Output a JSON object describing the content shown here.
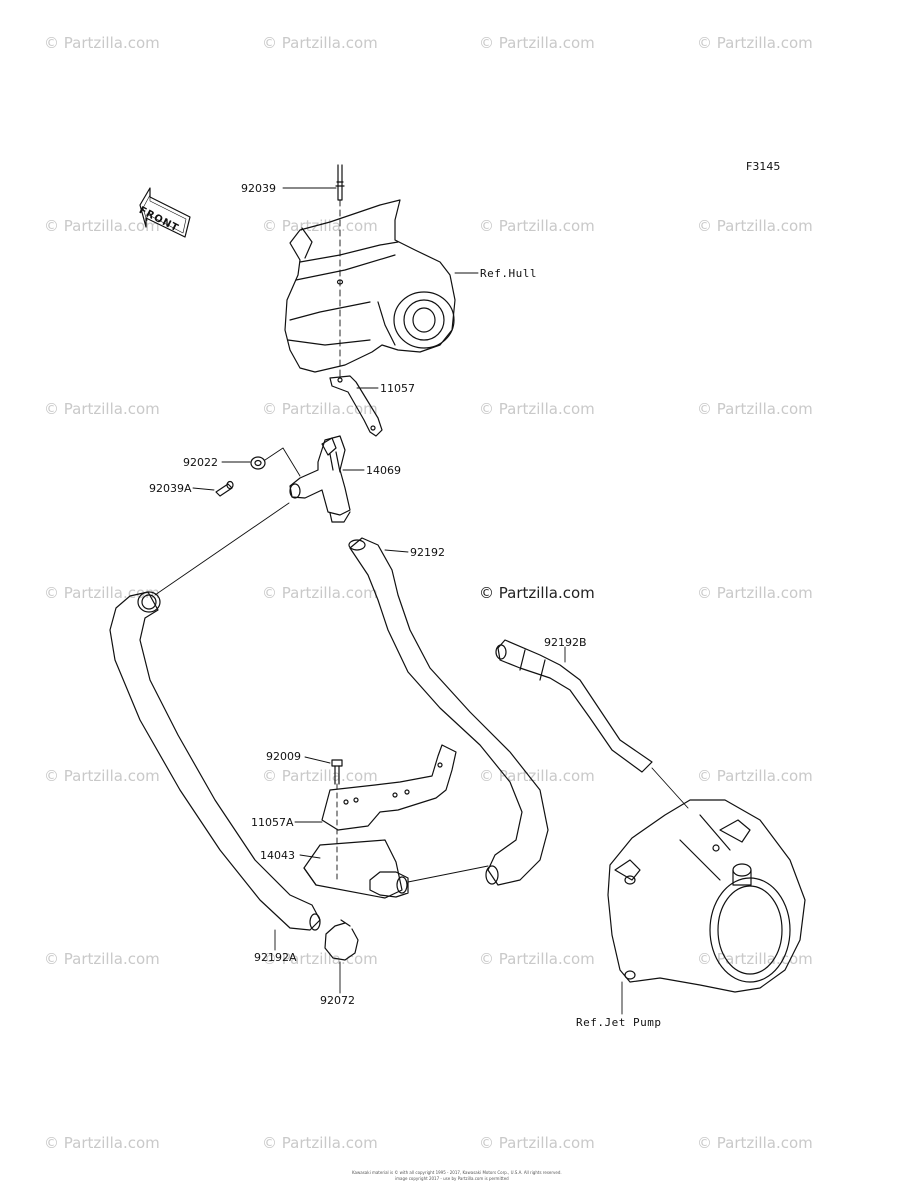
{
  "figure_id": "F3145",
  "watermark": "© Partzilla.com",
  "front_label": "FRONT",
  "parts": {
    "p92039": "92039",
    "p_hull": "Ref.Hull",
    "p11057": "11057",
    "p92022": "92022",
    "p14069": "14069",
    "p92039A": "92039A",
    "p92192": "92192",
    "p92192B": "92192B",
    "p92009": "92009",
    "p11057A": "11057A",
    "p14043": "14043",
    "p92192A": "92192A",
    "p92072": "92072",
    "p_jet": "Ref.Jet Pump"
  },
  "footer": {
    "line1": "Kawasaki material is © with all copyright 1995 - 2017, Kawasaki Motors Corp., U.S.A. All rights reserved.",
    "line2": "image copyright 2017 - use by Partzilla.com is permitted"
  },
  "colors": {
    "line": "#111111",
    "watermark": "#c9c9c9"
  }
}
